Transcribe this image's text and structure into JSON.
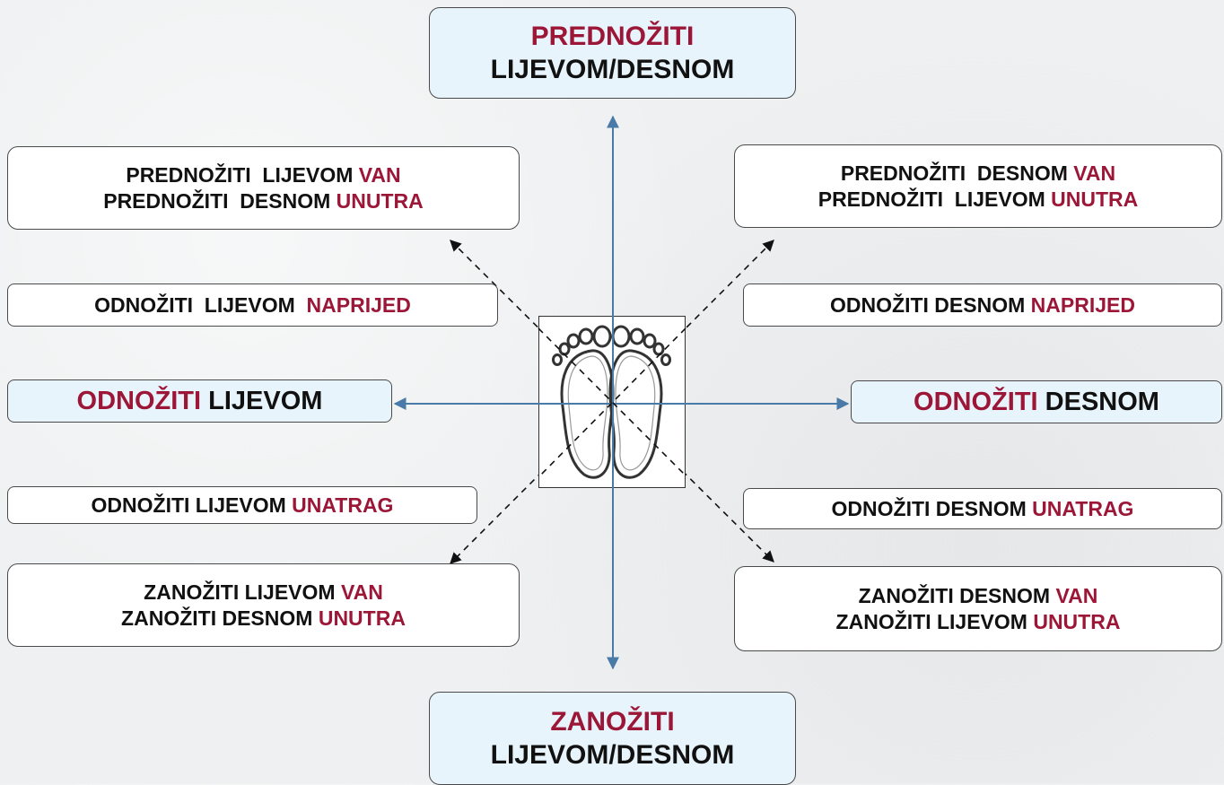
{
  "top": {
    "colored": "PREDNOŽITI",
    "plain": "LIJEVOM/DESNOM"
  },
  "bottom": {
    "colored": "ZANOŽITI",
    "plain": "LIJEVOM/DESNOM"
  },
  "left_mid": {
    "colored": "ODNOŽITI",
    "plain": "LIJEVOM"
  },
  "right_mid": {
    "colored": "ODNOŽITI",
    "plain": "DESNOM"
  },
  "top_left": {
    "l1_plain": "PREDNOŽITI  LIJEVOM ",
    "l1_colored": "VAN",
    "l2_plain": "PREDNOŽITI  DESNOM ",
    "l2_colored": "UNUTRA"
  },
  "top_right": {
    "l1_plain": "PREDNOŽITI  DESNOM ",
    "l1_colored": "VAN",
    "l2_plain": "PREDNOŽITI  LIJEVOM ",
    "l2_colored": "UNUTRA"
  },
  "bottom_left": {
    "l1_plain": "ZANOŽITI LIJEVOM ",
    "l1_colored": "VAN",
    "l2_plain": "ZANOŽITI DESNOM ",
    "l2_colored": "UNUTRA"
  },
  "bottom_right": {
    "l1_plain": "ZANOŽITI DESNOM ",
    "l1_colored": "VAN",
    "l2_plain": "ZANOŽITI LIJEVOM ",
    "l2_colored": "UNUTRA"
  },
  "left_forward": {
    "plain": "ODNOŽITI  LIJEVOM  ",
    "colored": "NAPRIJED"
  },
  "right_forward": {
    "plain": "ODNOŽITI DESNOM ",
    "colored": "NAPRIJED"
  },
  "left_back": {
    "plain": "ODNOŽITI LIJEVOM ",
    "colored": "UNATRAG"
  },
  "right_back": {
    "plain": "ODNOŽITI DESNOM ",
    "colored": "UNATRAG"
  },
  "colors": {
    "accent": "#9c1737",
    "axis": "#4a7aa8",
    "highlight_box": "#e8f4fb"
  }
}
